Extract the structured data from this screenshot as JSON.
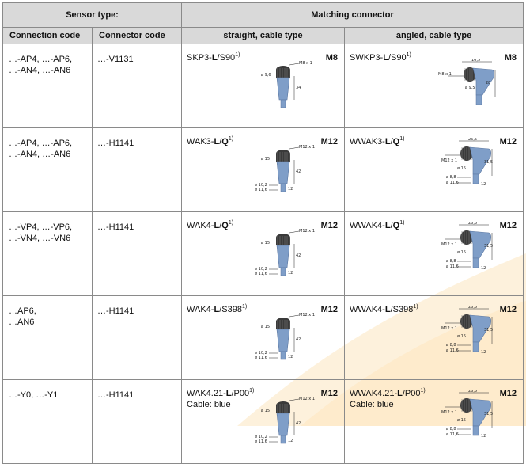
{
  "header": {
    "sensor_type": "Sensor type:",
    "matching_connector": "Matching connector",
    "connection_code": "Connection code",
    "connector_code": "Connector code",
    "straight": "straight, cable type",
    "angled": "angled, cable type"
  },
  "rows": [
    {
      "codes": [
        "…-AP4, …-AP6,",
        "…-AN4, …-AN6"
      ],
      "connector_code": "…-V1131",
      "straight": {
        "pre": "SKP3-",
        "bold": "L",
        "post": "/S90",
        "sup": "1)",
        "extra": "",
        "size": "M8",
        "dims": [
          "M8 x 1",
          "ø 9,6",
          "34"
        ]
      },
      "angled": {
        "pre": "SWKP3-",
        "bold": "L",
        "post": "/S90",
        "sup": "1)",
        "extra": "",
        "size": "M8",
        "dims": [
          "16,5",
          "M8 x 1",
          "ø 9,5",
          "28"
        ]
      }
    },
    {
      "codes": [
        "…-AP4, …-AP6,",
        "…-AN4, …-AN6"
      ],
      "connector_code": "…-H1141",
      "straight": {
        "pre": "WAK3-",
        "bold": "L",
        "post": "/",
        "bold2": "Q",
        "sup": "1)",
        "extra": "",
        "size": "M12",
        "dims": [
          "M12 x 1",
          "ø 15",
          "42",
          "ø 10,2",
          "ø 11,6",
          "12"
        ]
      },
      "angled": {
        "pre": "WWAK3-",
        "bold": "L",
        "post": "/",
        "bold2": "Q",
        "sup": "1)",
        "extra": "",
        "size": "M12",
        "dims": [
          "26,5",
          "M12 x 1",
          "ø 15",
          "31,5",
          "ø 8,8",
          "ø 11,6",
          "12"
        ]
      }
    },
    {
      "codes": [
        "…-VP4, …-VP6,",
        "…-VN4, …-VN6"
      ],
      "connector_code": "…-H1141",
      "straight": {
        "pre": "WAK4-",
        "bold": "L",
        "post": "/",
        "bold2": "Q",
        "sup": "1)",
        "extra": "",
        "size": "M12",
        "dims": [
          "M12 x 1",
          "ø 15",
          "42",
          "ø 10,2",
          "ø 11,6",
          "12"
        ]
      },
      "angled": {
        "pre": "WWAK4-",
        "bold": "L",
        "post": "/",
        "bold2": "Q",
        "sup": "1)",
        "extra": "",
        "size": "M12",
        "dims": [
          "26,5",
          "M12 x 1",
          "ø 15",
          "31,5",
          "ø 8,8",
          "ø 11,6",
          "12"
        ]
      }
    },
    {
      "codes": [
        "…AP6,",
        "…AN6"
      ],
      "connector_code": "…-H1141",
      "straight": {
        "pre": "WAK4-",
        "bold": "L",
        "post": "/S398",
        "sup": "1)",
        "extra": "",
        "size": "M12",
        "dims": [
          "M12 x 1",
          "ø 15",
          "42",
          "ø 10,2",
          "ø 11,6",
          "12"
        ]
      },
      "angled": {
        "pre": "WWAK4-",
        "bold": "L",
        "post": "/S398",
        "sup": "1)",
        "extra": "",
        "size": "M12",
        "dims": [
          "26,5",
          "M12 x 1",
          "ø 15",
          "31,5",
          "ø 8,8",
          "ø 11,6",
          "12"
        ]
      }
    },
    {
      "codes": [
        "…-Y0, …-Y1"
      ],
      "connector_code": "…-H1141",
      "straight": {
        "pre": "WAK4.21-",
        "bold": "L",
        "post": "/P00",
        "sup": "1)",
        "extra": "Cable: blue",
        "size": "M12",
        "dims": [
          "M12 x 1",
          "ø 15",
          "42",
          "ø 10,2",
          "ø 11,6",
          "12"
        ]
      },
      "angled": {
        "pre": "WWAK4.21-",
        "bold": "L",
        "post": "/P00",
        "sup": "1)",
        "extra": "Cable: blue",
        "size": "M12",
        "dims": [
          "26,5",
          "M12 x 1",
          "ø 15",
          "31,5",
          "ø 8,8",
          "ø 11,6",
          "12"
        ]
      }
    }
  ],
  "colors": {
    "header_bg": "#d9d9d9",
    "border": "#8a8a8a",
    "connector_body": "#7f9ec8",
    "connector_knurl": "#3a3a3a",
    "watermark": "#fde8c4"
  }
}
